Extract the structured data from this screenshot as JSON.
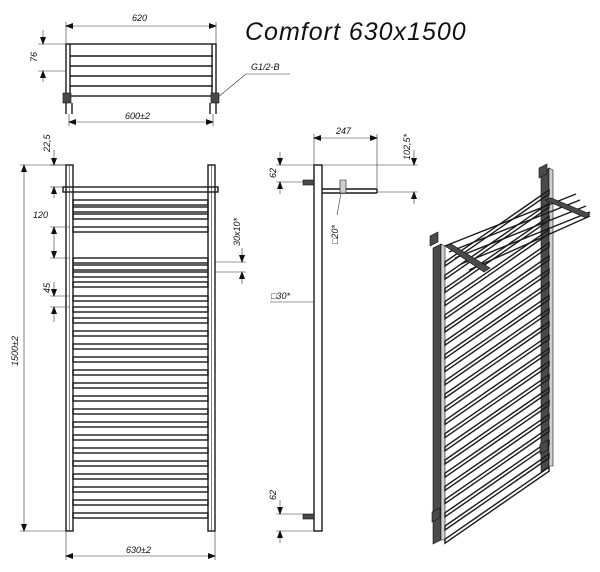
{
  "title": "Comfort 630x1500",
  "top_view": {
    "width": "620",
    "depth": "76",
    "connection": "G1/2-B",
    "pipe_span": "600±2"
  },
  "front_view": {
    "offset_top": "22,5",
    "height": "1500±2",
    "gap_large": "120",
    "gap_small": "45",
    "rail_section": "30x10*",
    "width": "630±2"
  },
  "side_view": {
    "depth_total": "247",
    "shelf_height": "102,5*",
    "mount_top": "62",
    "mount_bottom": "62",
    "shelf_tube": "□20*",
    "post_section": "□30*"
  },
  "iso_view": {}
}
